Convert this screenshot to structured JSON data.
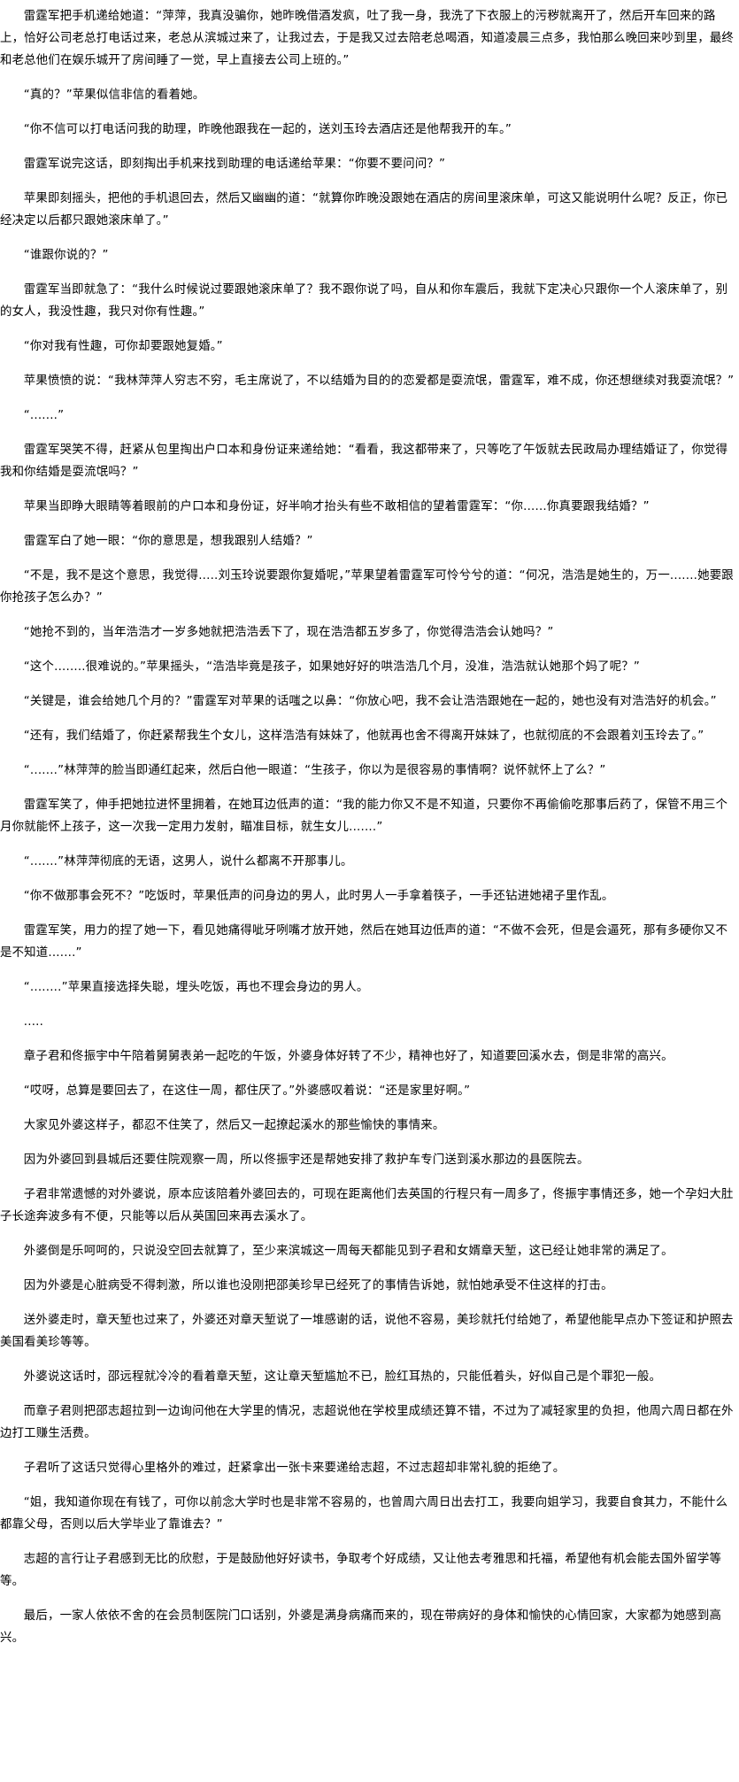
{
  "paragraphs": [
    "雷霆军把手机递给她道：“萍萍，我真没骗你，她昨晚借酒发疯，吐了我一身，我洗了下衣服上的污秽就离开了，然后开车回来的路上，恰好公司老总打电话过来，老总从滨城过来了，让我过去，于是我又过去陪老总喝酒，知道凌晨三点多，我怕那么晚回来吵到里，最终和老总他们在娱乐城开了房间睡了一觉，早上直接去公司上班的。”",
    "“真的？”苹果似信非信的看着她。",
    "“你不信可以打电话问我的助理，昨晚他跟我在一起的，送刘玉玲去酒店还是他帮我开的车。”",
    "雷霆军说完这话，即刻掏出手机来找到助理的电话递给苹果：“你要不要问问？”",
    "苹果即刻摇头，把他的手机退回去，然后又幽幽的道：“就算你昨晚没跟她在酒店的房间里滚床单，可这又能说明什么呢？反正，你已经决定以后都只跟她滚床单了。”",
    "“谁跟你说的？”",
    "雷霆军当即就急了：“我什么时候说过要跟她滚床单了？我不跟你说了吗，自从和你车震后，我就下定决心只跟你一个人滚床单了，别的女人，我没性趣，我只对你有性趣。”",
    "“你对我有性趣，可你却要跟她复婚。”",
    "苹果愤愤的说：“我林萍萍人穷志不穷，毛主席说了，不以结婚为目的的恋爱都是耍流氓，雷霆军，难不成，你还想继续对我耍流氓？”",
    "“.......”",
    "雷霆军哭笑不得，赶紧从包里掏出户口本和身份证来递给她：“看看，我这都带来了，只等吃了午饭就去民政局办理结婚证了，你觉得我和你结婚是耍流氓吗？”",
    "苹果当即睁大眼睛等着眼前的户口本和身份证，好半响才抬头有些不敢相信的望着雷霆军：“你......你真要跟我结婚？”",
    "雷霆军白了她一眼：“你的意思是，想我跟别人结婚？”",
    "“不是，我不是这个意思，我觉得.....刘玉玲说要跟你复婚呢，”苹果望着雷霆军可怜兮兮的道：“何况，浩浩是她生的，万一.......她要跟你抢孩子怎么办？”",
    "“她抢不到的，当年浩浩才一岁多她就把浩浩丢下了，现在浩浩都五岁多了，你觉得浩浩会认她吗？”",
    "“这个........很难说的。”苹果摇头，“浩浩毕竟是孩子，如果她好好的哄浩浩几个月，没准，浩浩就认她那个妈了呢？”",
    "“关键是，谁会给她几个月的？”雷霆军对苹果的话嗤之以鼻：“你放心吧，我不会让浩浩跟她在一起的，她也没有对浩浩好的机会。”",
    "“还有，我们结婚了，你赶紧帮我生个女儿，这样浩浩有妹妹了，他就再也舍不得离开妹妹了，也就彻底的不会跟着刘玉玲去了。”",
    "“.......”林萍萍的脸当即通红起来，然后白他一眼道：“生孩子，你以为是很容易的事情啊？说怀就怀上了么？”",
    "雷霆军笑了，伸手把她拉进怀里拥着，在她耳边低声的道：“我的能力你又不是不知道，只要你不再偷偷吃那事后药了，保管不用三个月你就能怀上孩子，这一次我一定用力发射，瞄准目标，就生女儿.......”",
    "“.......”林萍萍彻底的无语，这男人，说什么都离不开那事儿。",
    "“你不做那事会死不？”吃饭时，苹果低声的问身边的男人，此时男人一手拿着筷子，一手还钻进她裙子里作乱。",
    "雷霆军笑，用力的捏了她一下，看见她痛得呲牙咧嘴才放开她，然后在她耳边低声的道：“不做不会死，但是会逼死，那有多硬你又不是不知道.......”",
    "“........”苹果直接选择失聪，埋头吃饭，再也不理会身边的男人。",
    ".....",
    "章子君和佟振宇中午陪着舅舅表弟一起吃的午饭，外婆身体好转了不少，精神也好了，知道要回溪水去，倒是非常的高兴。",
    "“哎呀，总算是要回去了，在这住一周，都住厌了。”外婆感叹着说：“还是家里好啊。”",
    "大家见外婆这样子，都忍不住笑了，然后又一起撩起溪水的那些愉快的事情来。",
    "因为外婆回到县城后还要住院观察一周，所以佟振宇还是帮她安排了救护车专门送到溪水那边的县医院去。",
    "子君非常遗憾的对外婆说，原本应该陪着外婆回去的，可现在距离他们去英国的行程只有一周多了，佟振宇事情还多，她一个孕妇大肚子长途奔波多有不便，只能等以后从英国回来再去溪水了。",
    "外婆倒是乐呵呵的，只说没空回去就算了，至少来滨城这一周每天都能见到子君和女婿章天堑，这已经让她非常的满足了。",
    "因为外婆是心脏病受不得刺激，所以谁也没刚把邵美珍早已经死了的事情告诉她，就怕她承受不住这样的打击。",
    "送外婆走时，章天堑也过来了，外婆还对章天堑说了一堆感谢的话，说他不容易，美珍就托付给她了，希望他能早点办下签证和护照去美国看美珍等等。",
    "外婆说这话时，邵远程就冷冷的看着章天堑，这让章天堑尴尬不已，脸红耳热的，只能低着头，好似自己是个罪犯一般。",
    "而章子君则把邵志超拉到一边询问他在大学里的情况，志超说他在学校里成绩还算不错，不过为了减轻家里的负担，他周六周日都在外边打工赚生活费。",
    "子君听了这话只觉得心里格外的难过，赶紧拿出一张卡来要递给志超，不过志超却非常礼貌的拒绝了。",
    "“姐，我知道你现在有钱了，可你以前念大学时也是非常不容易的，也曾周六周日出去打工，我要向姐学习，我要自食其力，不能什么都靠父母，否则以后大学毕业了靠谁去？”",
    "志超的言行让子君感到无比的欣慰，于是鼓励他好好读书，争取考个好成绩，又让他去考雅思和托福，希望他有机会能去国外留学等等。",
    "最后，一家人依依不舍的在会员制医院门口话别，外婆是满身病痛而来的，现在带病好的身体和愉快的心情回家，大家都为她感到高兴。"
  ]
}
